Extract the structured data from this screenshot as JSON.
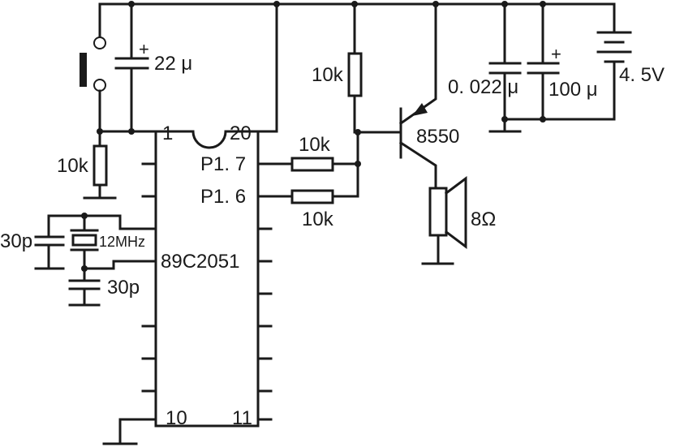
{
  "labels": {
    "cap_22u": "22 μ",
    "cap_plus_1": "+",
    "res_top": "10k",
    "res_left": "10k",
    "res_p17": "10k",
    "res_p16": "10k",
    "cap_0022": "0. 022 μ",
    "cap_100u": "100 μ",
    "cap_plus_2": "+",
    "battery": "4. 5V",
    "transistor": "8550",
    "speaker": "8Ω",
    "cap_30p_left": "30p",
    "cap_30p_bottom": "30p",
    "crystal": "12MHz",
    "chip": "89C2051",
    "pin_p17": "P1. 7",
    "pin_p16": "P1. 6",
    "pin_1": "1",
    "pin_20": "20",
    "pin_10": "10",
    "pin_11": "11"
  }
}
